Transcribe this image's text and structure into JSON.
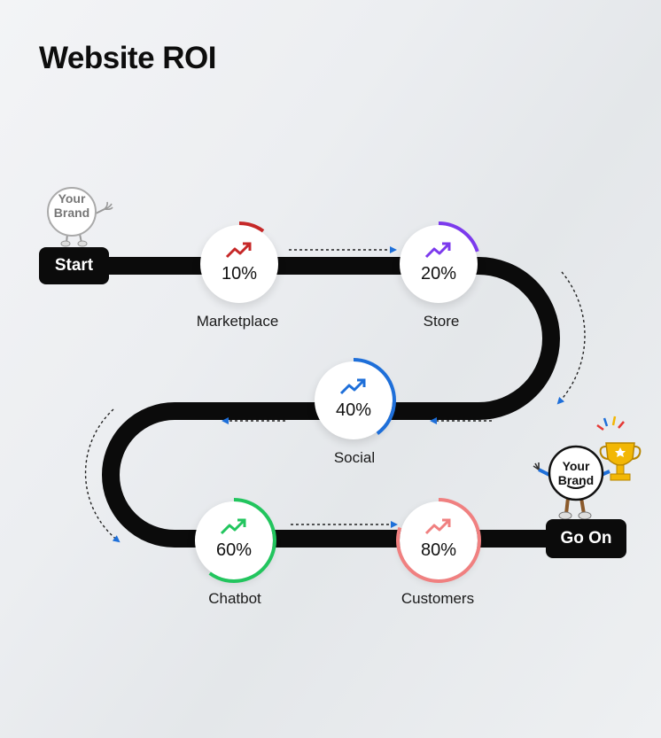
{
  "title": "Website ROI",
  "start_label": "Start",
  "end_label": "Go On",
  "brand_text": {
    "line1": "Your",
    "line2": "Brand"
  },
  "steps": [
    {
      "percent": "10%",
      "label": "Marketplace",
      "color": "#c62828"
    },
    {
      "percent": "20%",
      "label": "Store",
      "color": "#7c3aed"
    },
    {
      "percent": "40%",
      "label": "Social",
      "color": "#1e6fd9"
    },
    {
      "percent": "60%",
      "label": "Chatbot",
      "color": "#22c55e"
    },
    {
      "percent": "80%",
      "label": "Customers",
      "color": "#f08080"
    }
  ],
  "progress_fractions": [
    0.1,
    0.2,
    0.4,
    0.6,
    0.8
  ],
  "colors": {
    "road": "#0b0b0b",
    "arrow": "#1e6fd9",
    "trophy": "#f2b705"
  },
  "icons": [
    "trend-up-icon",
    "dashed-arrow-icon",
    "trophy-icon",
    "mascot-figure"
  ]
}
